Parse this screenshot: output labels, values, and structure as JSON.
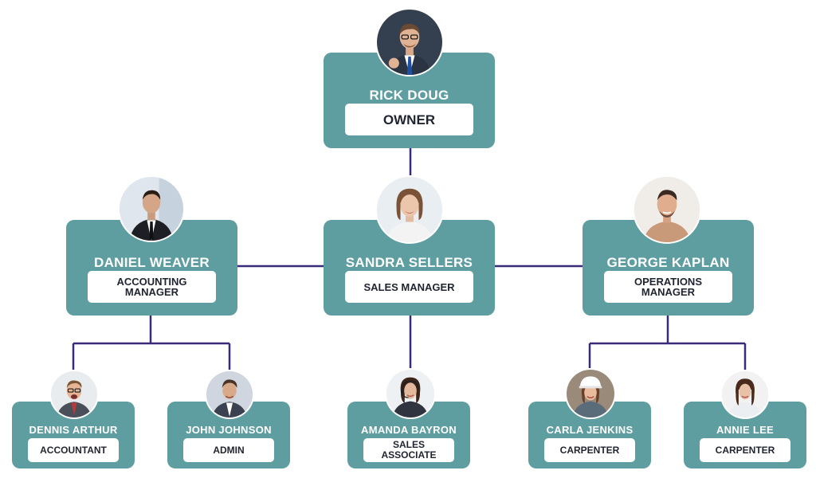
{
  "nodes": {
    "owner": {
      "name": "RICK DOUG",
      "role": "OWNER"
    },
    "acct": {
      "name": "DANIEL WEAVER",
      "role": "ACCOUNTING MANAGER"
    },
    "sales": {
      "name": "SANDRA SELLERS",
      "role": "SALES MANAGER"
    },
    "ops": {
      "name": "GEORGE KAPLAN",
      "role": "OPERATIONS MANAGER"
    },
    "dennis": {
      "name": "DENNIS ARTHUR",
      "role": "ACCOUNTANT"
    },
    "john": {
      "name": "JOHN JOHNSON",
      "role": "ADMIN"
    },
    "amanda": {
      "name": "AMANDA BAYRON",
      "role": "SALES ASSOCIATE"
    },
    "carla": {
      "name": "CARLA JENKINS",
      "role": "CARPENTER"
    },
    "annie": {
      "name": "ANNIE LEE",
      "role": "CARPENTER"
    }
  },
  "edges": [
    [
      "owner",
      "sales"
    ],
    [
      "sales",
      "acct"
    ],
    [
      "sales",
      "ops"
    ],
    [
      "acct",
      "dennis"
    ],
    [
      "acct",
      "john"
    ],
    [
      "sales",
      "amanda"
    ],
    [
      "ops",
      "carla"
    ],
    [
      "ops",
      "annie"
    ]
  ],
  "colors": {
    "card": "#5e9ea0",
    "connector": "#3b2a78",
    "role_box": "#ffffff",
    "name_text": "#ffffff",
    "role_text": "#1f2430"
  }
}
